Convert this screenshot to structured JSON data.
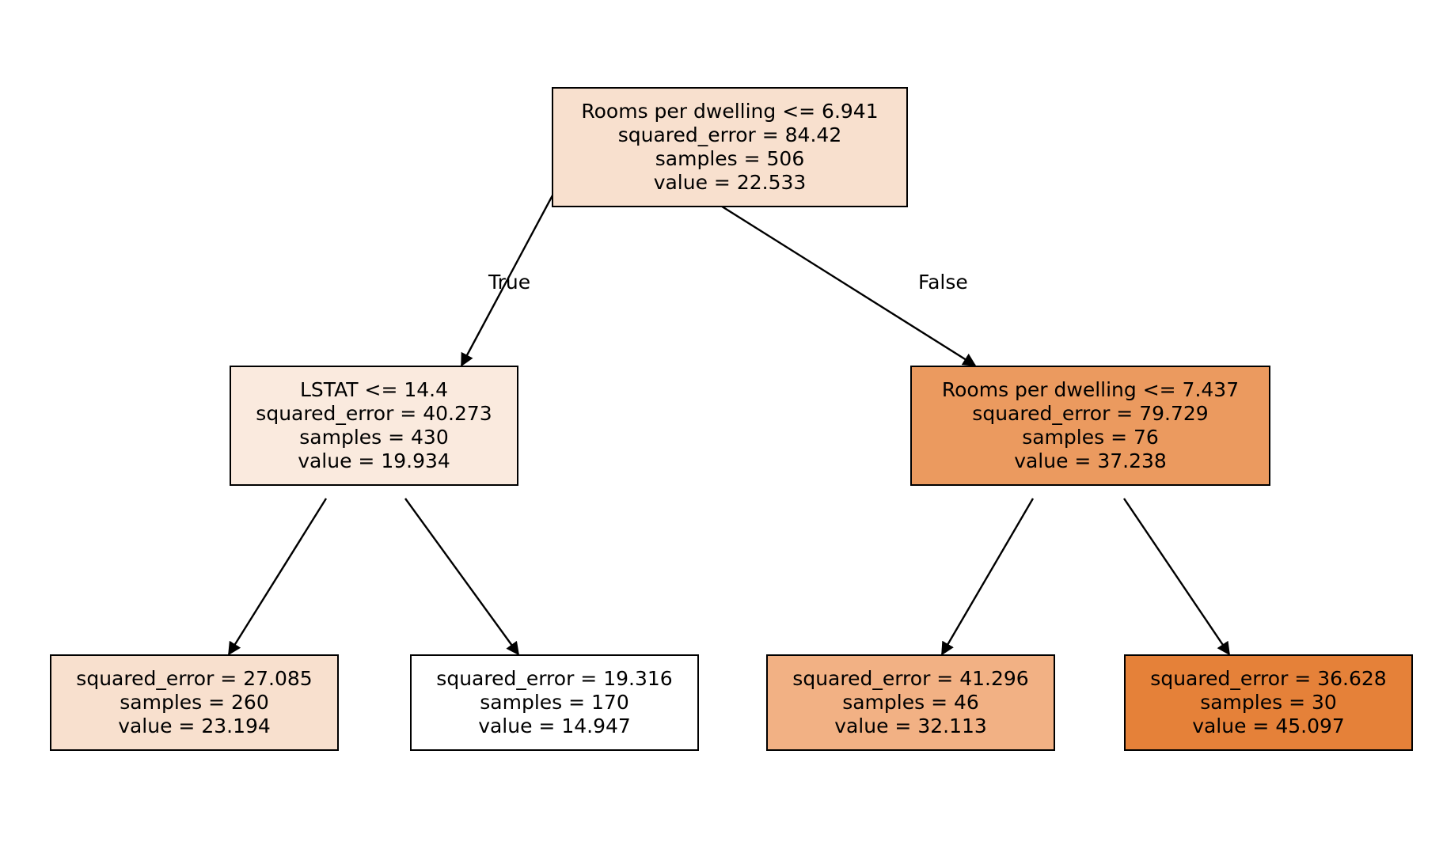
{
  "figure": {
    "type": "decision-tree",
    "title": "",
    "background": "#ffffff",
    "node_border_color": "#000000",
    "text_color": "#000000",
    "edge_color": "#000000"
  },
  "edge_labels": {
    "true_label": "True",
    "false_label": "False"
  },
  "chart_data": {
    "type": "diagram",
    "criterion": "squared_error",
    "nodes": [
      {
        "id": "root",
        "depth": 0,
        "kind": "internal",
        "feature": "Rooms per dwelling",
        "operator": "<=",
        "threshold": "6.941",
        "condition": "Rooms per dwelling <= 6.941",
        "squared_error": "squared_error = 84.42",
        "squared_error_value": 84.42,
        "samples": "samples = 506",
        "samples_value": 506,
        "value": "value = 22.533",
        "value_number": 22.533,
        "fill": "#f8e0ce"
      },
      {
        "id": "left",
        "depth": 1,
        "kind": "internal",
        "feature": "LSTAT",
        "operator": "<=",
        "threshold": "14.4",
        "condition": "LSTAT <= 14.4",
        "squared_error": "squared_error = 40.273",
        "squared_error_value": 40.273,
        "samples": "samples = 430",
        "samples_value": 430,
        "value": "value = 19.934",
        "value_number": 19.934,
        "fill": "#faeade"
      },
      {
        "id": "right",
        "depth": 1,
        "kind": "internal",
        "feature": "Rooms per dwelling",
        "operator": "<=",
        "threshold": "7.437",
        "condition": "Rooms per dwelling <= 7.437",
        "squared_error": "squared_error = 79.729",
        "squared_error_value": 79.729,
        "samples": "samples = 76",
        "samples_value": 76,
        "value": "value = 37.238",
        "value_number": 37.238,
        "fill": "#eb9a5f"
      },
      {
        "id": "leaf1",
        "depth": 2,
        "kind": "leaf",
        "condition": "",
        "squared_error": "squared_error = 27.085",
        "squared_error_value": 27.085,
        "samples": "samples = 260",
        "samples_value": 260,
        "value": "value = 23.194",
        "value_number": 23.194,
        "fill": "#f8e0ce"
      },
      {
        "id": "leaf2",
        "depth": 2,
        "kind": "leaf",
        "condition": "",
        "squared_error": "squared_error = 19.316",
        "squared_error_value": 19.316,
        "samples": "samples = 170",
        "samples_value": 170,
        "value": "value = 14.947",
        "value_number": 14.947,
        "fill": "#ffffff"
      },
      {
        "id": "leaf3",
        "depth": 2,
        "kind": "leaf",
        "condition": "",
        "squared_error": "squared_error = 41.296",
        "squared_error_value": 41.296,
        "samples": "samples = 46",
        "samples_value": 46,
        "value": "value = 32.113",
        "value_number": 32.113,
        "fill": "#f2b184"
      },
      {
        "id": "leaf4",
        "depth": 2,
        "kind": "leaf",
        "condition": "",
        "squared_error": "squared_error = 36.628",
        "squared_error_value": 36.628,
        "samples": "samples = 30",
        "samples_value": 30,
        "value": "value = 45.097",
        "value_number": 45.097,
        "fill": "#e58139"
      }
    ],
    "edges": [
      {
        "from": "root",
        "to": "left",
        "label": "True"
      },
      {
        "from": "root",
        "to": "right",
        "label": "False"
      },
      {
        "from": "left",
        "to": "leaf1",
        "label": ""
      },
      {
        "from": "left",
        "to": "leaf2",
        "label": ""
      },
      {
        "from": "right",
        "to": "leaf3",
        "label": ""
      },
      {
        "from": "right",
        "to": "leaf4",
        "label": ""
      }
    ]
  }
}
